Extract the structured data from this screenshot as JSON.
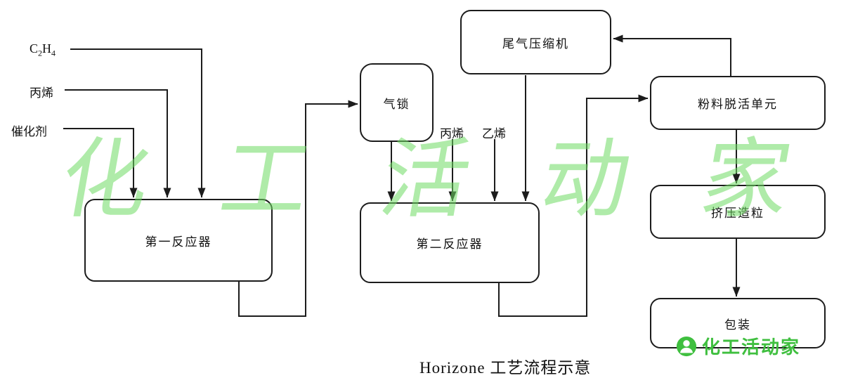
{
  "title": "Horizone 工艺流程示意",
  "watermark": {
    "text": "化工活动家",
    "footer_text": "化工活动家",
    "green": "#6fdc63",
    "footer_green": "#3fbf3f"
  },
  "inputs": {
    "c2h4": {
      "parts": [
        "C",
        "2",
        "H",
        "4"
      ]
    },
    "propylene": {
      "label": "丙烯"
    },
    "catalyst": {
      "label": "催化剂"
    }
  },
  "second_feed": {
    "propylene": {
      "label": "丙烯"
    },
    "ethylene": {
      "label": "乙烯"
    }
  },
  "nodes": {
    "first_reactor": {
      "label": "第一反应器"
    },
    "gas_lock": {
      "label": "气锁"
    },
    "second_reactor": {
      "label": "第二反应器"
    },
    "tail_gas_compressor": {
      "label": "尾气压缩机"
    },
    "powder_deactivation": {
      "label": "粉料脱活单元"
    },
    "extrusion": {
      "label": "挤压造粒"
    },
    "packaging": {
      "label": "包装"
    }
  }
}
